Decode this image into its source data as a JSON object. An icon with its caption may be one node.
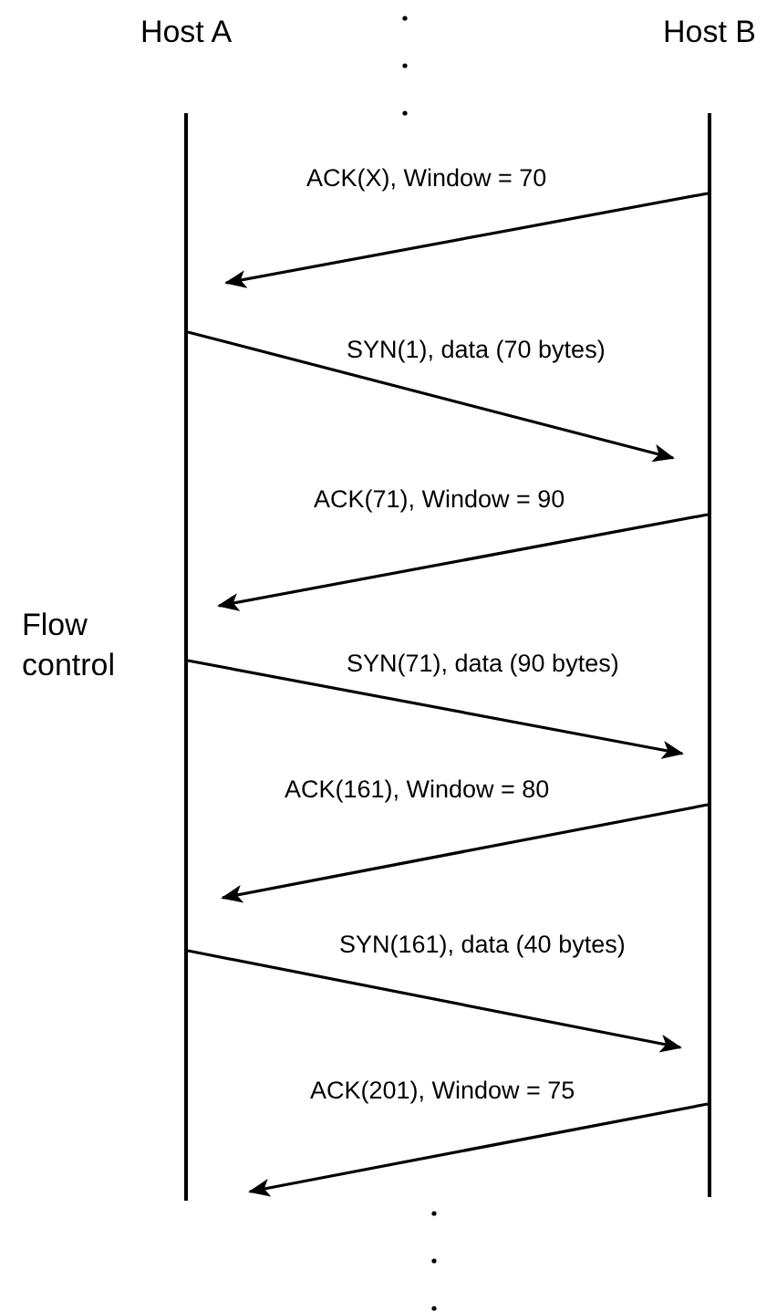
{
  "diagram": {
    "nodes": [
      {
        "text": [
          "Host A"
        ]
      },
      {
        "text": [
          "Host B"
        ]
      }
    ],
    "edges": [
      {
        "from": 1,
        "to": 0,
        "arrow": "to",
        "label": "ACK(X), Window = 70"
      },
      {
        "from": 0,
        "to": 1,
        "arrow": "to",
        "label": "SYN(1), data (70 bytes)"
      },
      {
        "from": 1,
        "to": 0,
        "arrow": "to",
        "label": "ACK(71), Window = 90"
      },
      {
        "from": 0,
        "to": 1,
        "arrow": "to",
        "label": "SYN(71), data (90 bytes)"
      },
      {
        "from": 1,
        "to": 0,
        "arrow": "to",
        "label": "ACK(161), Window = 80"
      },
      {
        "from": 0,
        "to": 1,
        "arrow": "to",
        "label": "SYN(161), data (40 bytes)"
      },
      {
        "from": 1,
        "to": 0,
        "arrow": "to",
        "label": "ACK(201), Window = 75"
      }
    ],
    "labels": [
      "Flow control"
    ]
  }
}
